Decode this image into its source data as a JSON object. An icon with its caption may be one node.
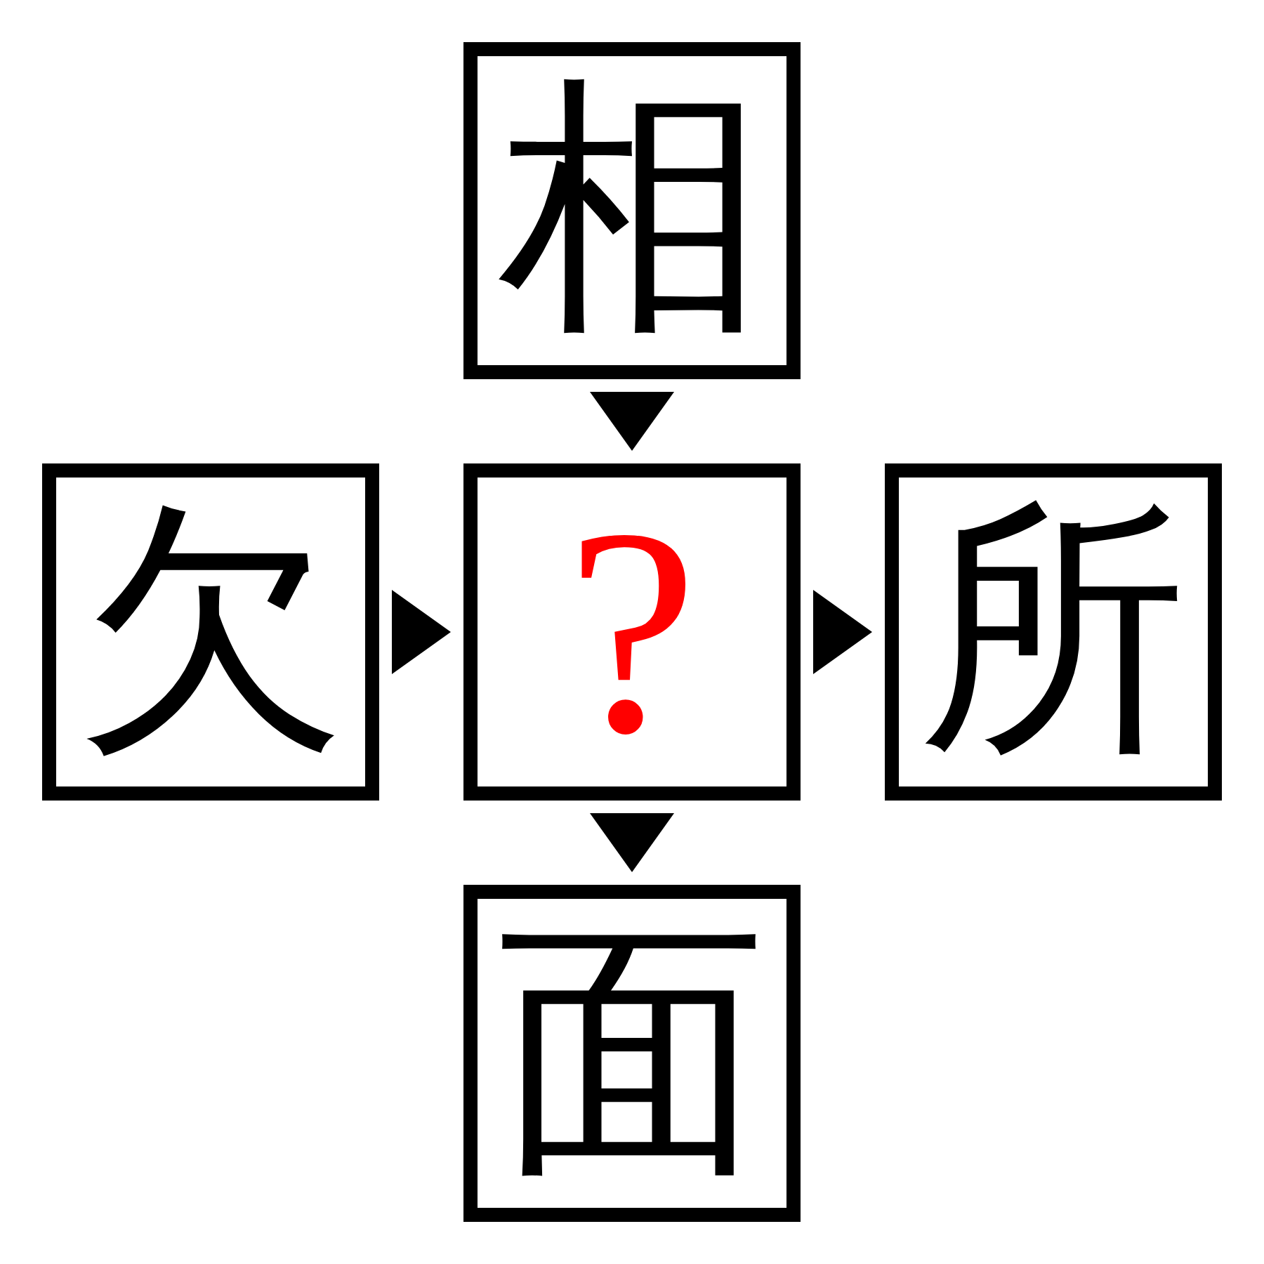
{
  "diagram": {
    "nodes": [
      {
        "text": [
          "相"
        ]
      },
      {
        "text": [
          "欠"
        ]
      },
      {
        "text": [
          "?"
        ]
      },
      {
        "text": [
          "所"
        ]
      },
      {
        "text": [
          "面"
        ]
      }
    ],
    "edges": [
      {
        "from": 0,
        "to": 2,
        "arrow": "to"
      },
      {
        "from": 1,
        "to": 2,
        "arrow": "to"
      },
      {
        "from": 2,
        "to": 3,
        "arrow": "to"
      },
      {
        "from": 2,
        "to": 4,
        "arrow": "to"
      }
    ]
  }
}
